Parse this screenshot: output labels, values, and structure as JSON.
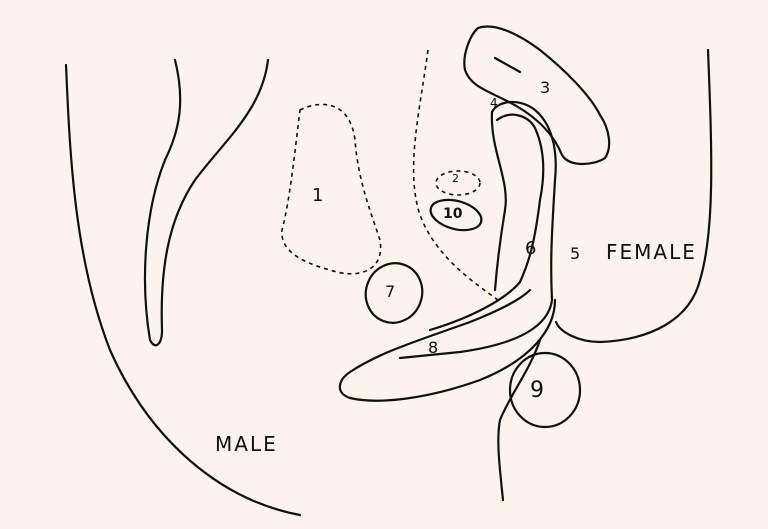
{
  "diagram": {
    "background": "#fcf3ec",
    "line_color": "#111111",
    "labels": {
      "l1": "1",
      "l2": "2",
      "l3": "3",
      "l4": "4",
      "l5": "5",
      "l6": "6",
      "l7": "7",
      "l8": "8",
      "l9": "9",
      "l10": "10",
      "female": "FEMALE",
      "male": "MALE"
    }
  }
}
